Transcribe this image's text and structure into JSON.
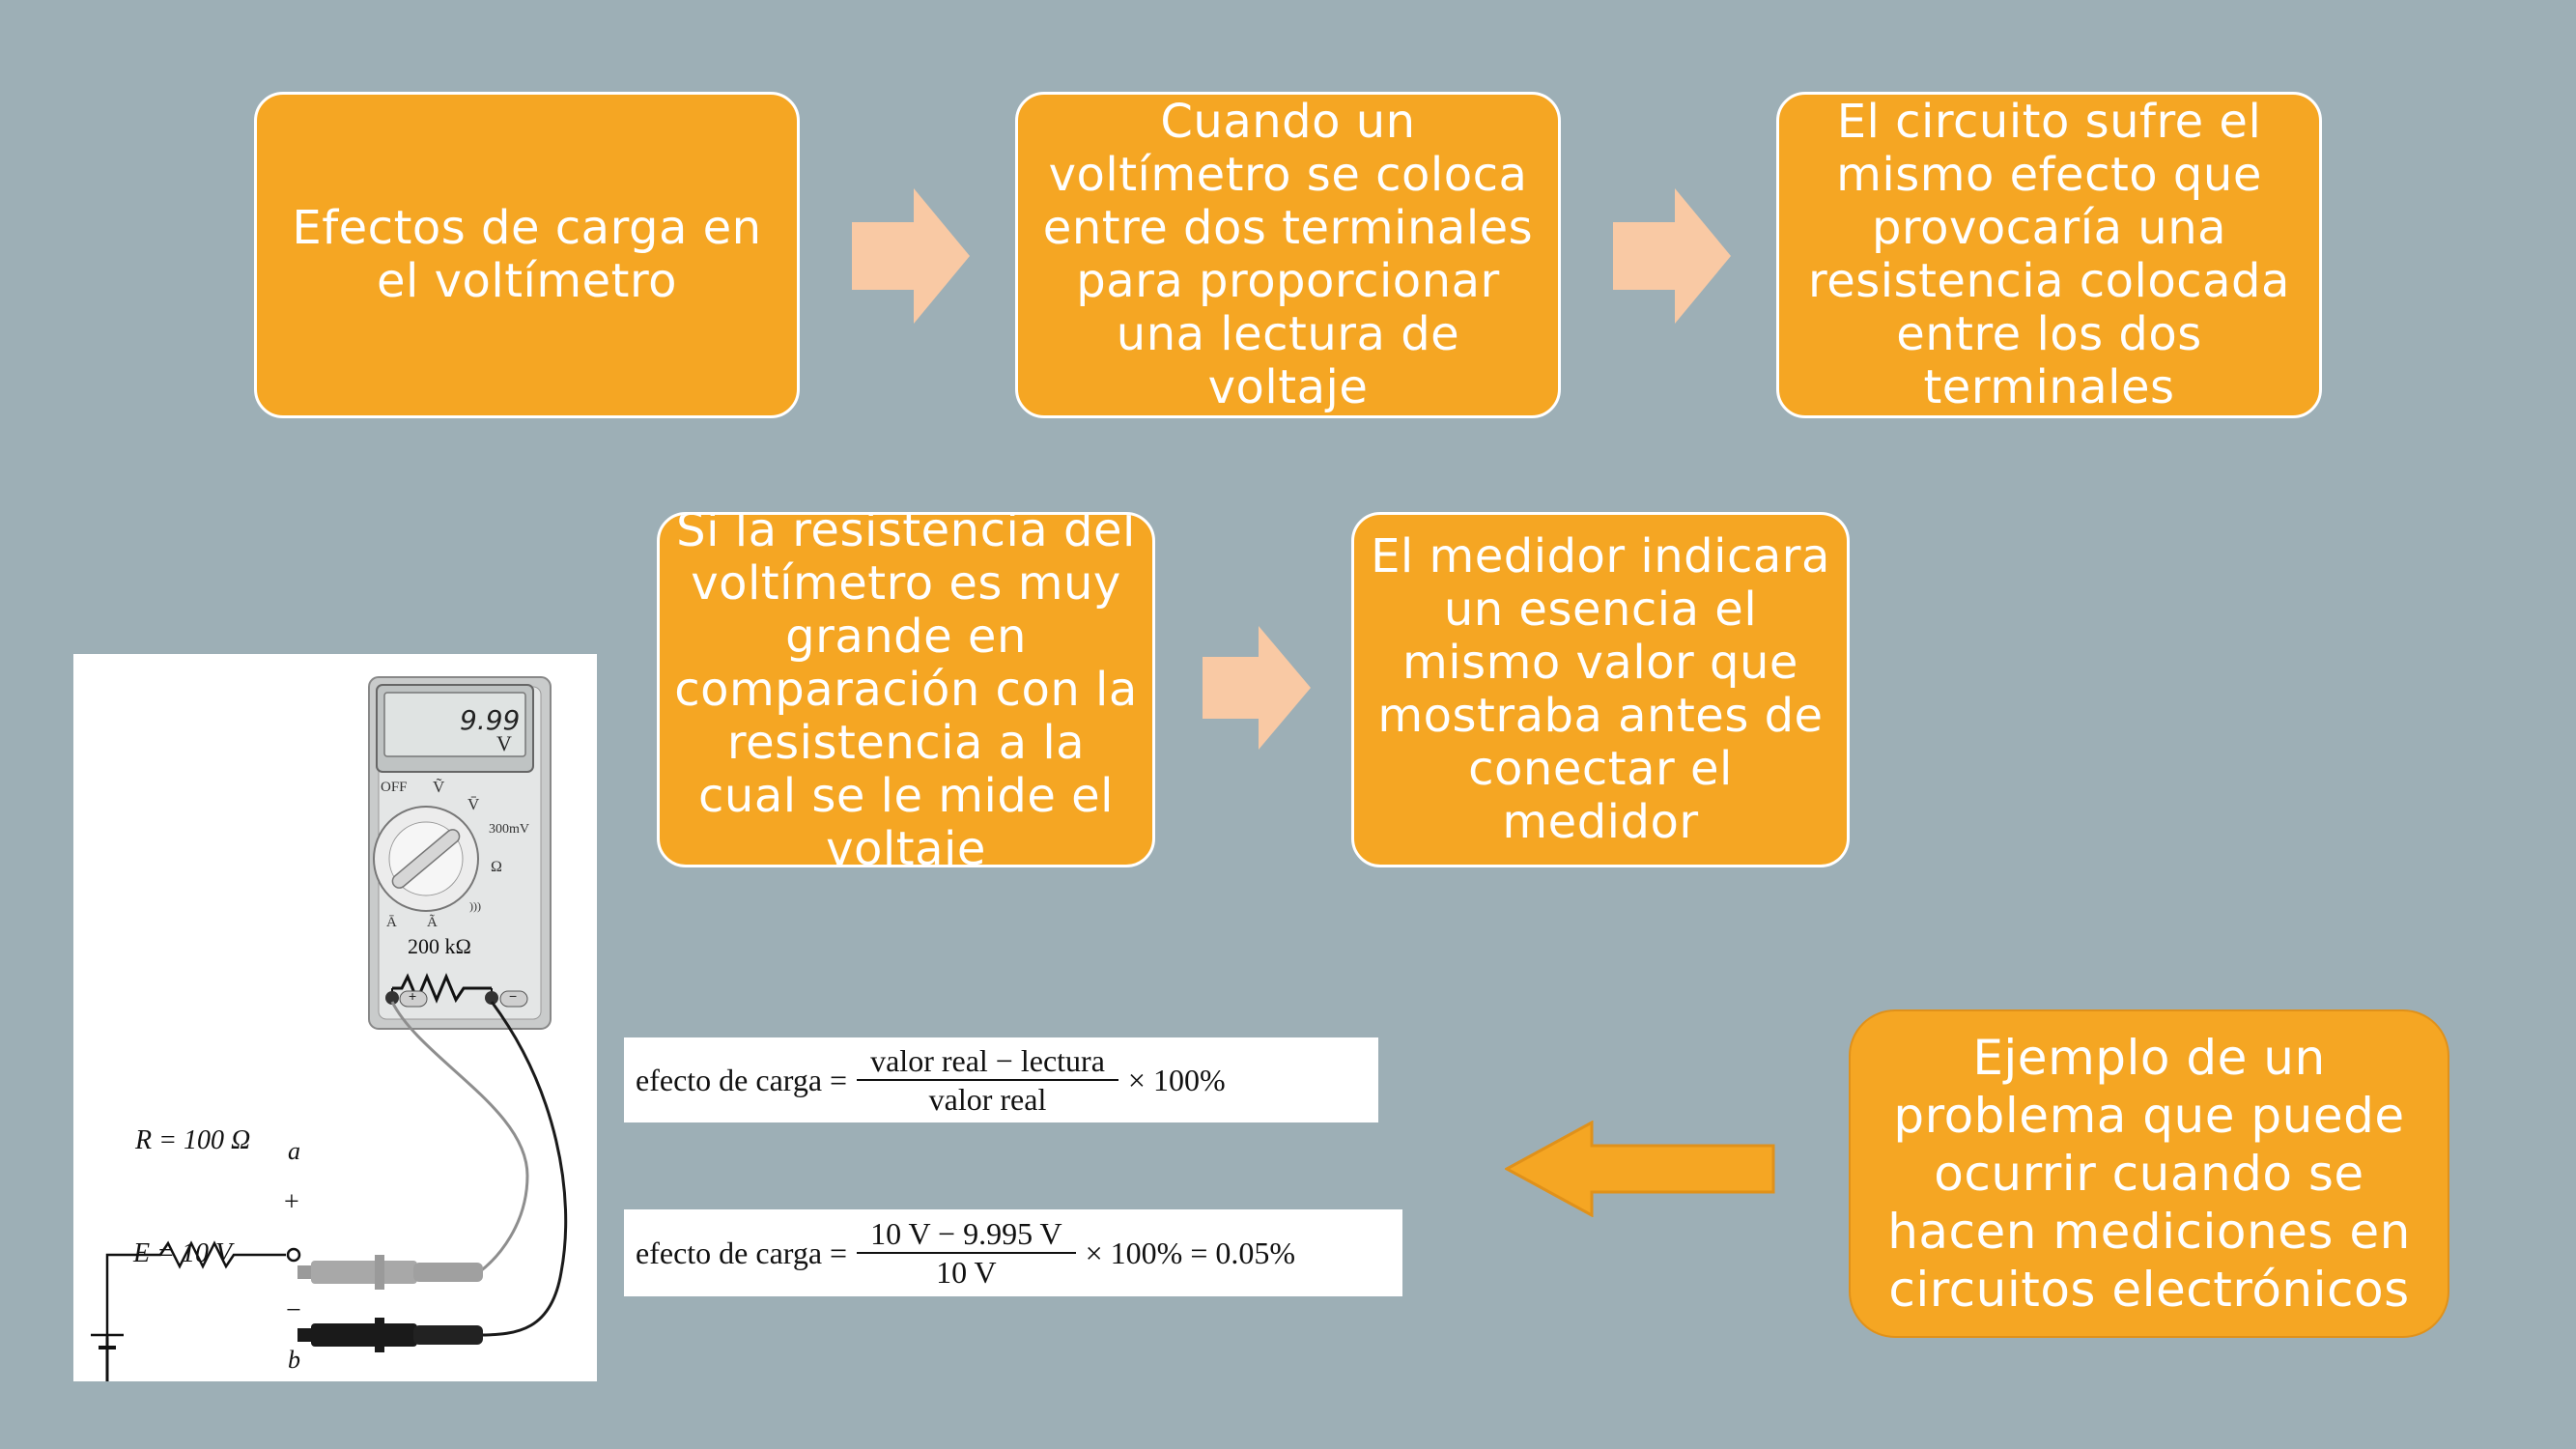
{
  "flow": {
    "row1": [
      "Efectos de carga en el voltímetro",
      "Cuando un voltímetro se coloca entre dos terminales para proporcionar una lectura de voltaje",
      "El circuito sufre el mismo efecto que provocaría una resistencia colocada entre los dos terminales"
    ],
    "row2": [
      "Si la resistencia del voltímetro es muy grande en comparación con la resistencia a la cual se le mide el voltaje",
      "El medidor indicara un esencia el mismo valor que mostraba antes de conectar el medidor"
    ],
    "example": "Ejemplo de un problema que puede ocurrir cuando se hacen mediciones en circuitos electrónicos"
  },
  "meter": {
    "display": "9.99",
    "display_unit": "V",
    "off_label": "OFF",
    "v_ac": "Ṽ",
    "v_dc": "V̄",
    "mv_label": "300mV",
    "ohm_label": "Ω",
    "beep_label": ")))",
    "a_dc": "Ā",
    "a_ac": "Ã",
    "internal_resistance": "200 kΩ",
    "plus": "+",
    "minus": "−"
  },
  "circuit": {
    "r_label": "R = 100 Ω",
    "e_label": "E = 10 V",
    "node_a": "a",
    "node_b": "b",
    "plus": "+",
    "minus": "−"
  },
  "formulas": {
    "f1_left": "efecto de carga =",
    "f1_num": "valor real − lectura",
    "f1_den": "valor real",
    "f1_right": "× 100%",
    "f2_left": "efecto de carga =",
    "f2_num": "10 V − 9.995 V",
    "f2_den": "10 V",
    "f2_right": "× 100% = 0.05%"
  },
  "colors": {
    "background": "#9dafb6",
    "box": "#f5a623",
    "arrow_light": "#f9c9a4",
    "arrow_gold": "#f5a623"
  }
}
